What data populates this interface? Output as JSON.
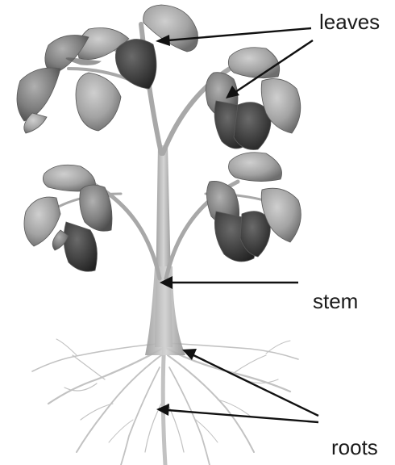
{
  "labels": {
    "leaves": "leaves",
    "stem": "stem",
    "roots": "roots"
  },
  "colors": {
    "text": "#1a1a1a",
    "arrow": "#111111",
    "leaf_light": "#a9a9a9",
    "leaf_mid": "#7d7d7d",
    "leaf_dark": "#3e3e3e",
    "stem": "#b3b3b3",
    "root": "#c4c4c4"
  }
}
